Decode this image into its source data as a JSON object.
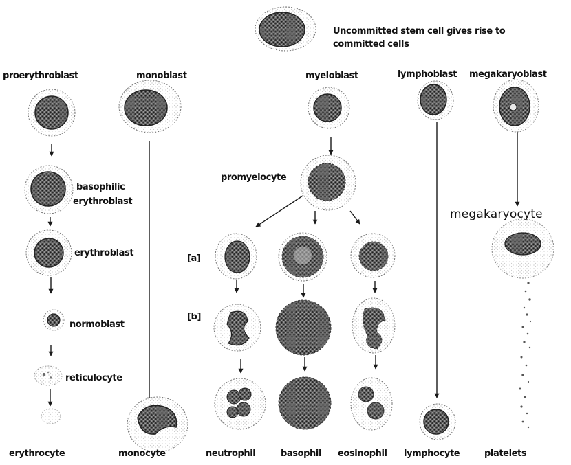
{
  "labels": {
    "stem_cell": [
      "Uncommitted stem cell gives rise to",
      "committed cells"
    ],
    "proerythroblast": "proerythroblast",
    "monoblast": "monoblast",
    "myeloblast": "myeloblast",
    "lymphoblast": "lymphoblast",
    "megakaryoblast": "megakaryoblast",
    "basophilic_erythroblast": [
      "basophilic",
      "erythroblast"
    ],
    "erythroblast": "erythroblast",
    "normoblast": "normoblast",
    "reticulocyte": "reticulocyte",
    "promyelocyte": "promyelocyte",
    "megakaryocyte": "megakaryocyte",
    "stage_a": "[a]",
    "stage_b": "[b]",
    "erythrocyte": "erythrocyte",
    "monocyte": "monocyte",
    "neutrophil": "neutrophil",
    "basophil": "basophil",
    "eosinophil": "eosinophil",
    "lymphocyte": "lymphocyte",
    "platelets": "platelets"
  },
  "colors": {
    "ink": "#111111",
    "cell_outline": "#555555",
    "nucleus": "#3a3a3a",
    "granule": "#8a8a8a"
  }
}
